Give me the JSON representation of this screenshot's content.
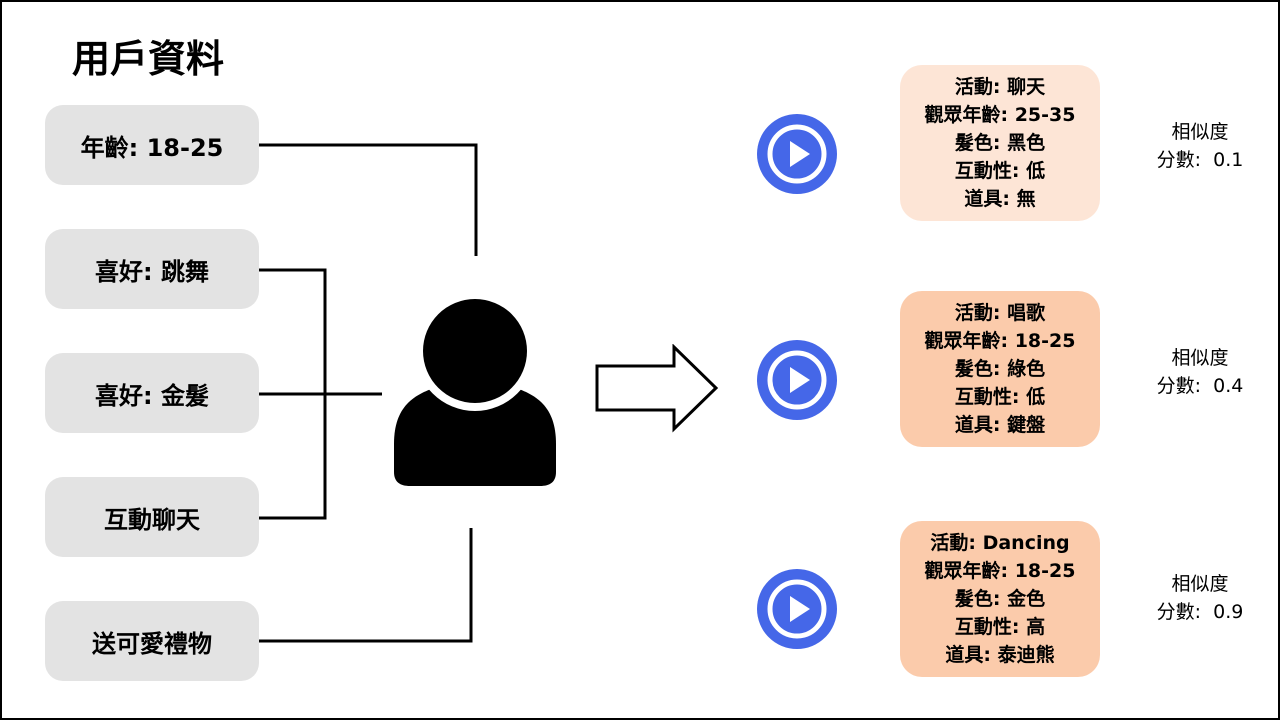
{
  "title": "用戶資料",
  "attributes": [
    "年齡: 18-25",
    "喜好: 跳舞",
    "喜好: 金髮",
    "互動聊天",
    "送可愛禮物"
  ],
  "recommendations": [
    {
      "lines": [
        "活動: 聊天",
        "觀眾年齡: 25-35",
        "髮色: 黑色",
        "互動性: 低",
        "道具: 無"
      ],
      "score_label": "相似度",
      "score_text": "分數:  0.1",
      "similarity": 0.1,
      "color": "#fde5d6"
    },
    {
      "lines": [
        "活動: 唱歌",
        "觀眾年齡: 18-25",
        "髮色: 綠色",
        "互動性: 低",
        "道具: 鍵盤"
      ],
      "score_label": "相似度",
      "score_text": "分數:  0.4",
      "similarity": 0.4,
      "color": "#fbcbab"
    },
    {
      "lines": [
        "活動: Dancing",
        "觀眾年齡: 18-25",
        "髮色: 金色",
        "互動性: 高",
        "道具: 泰迪熊"
      ],
      "score_label": "相似度",
      "score_text": "分數:  0.9",
      "similarity": 0.9,
      "color": "#fbcbab"
    }
  ],
  "colors": {
    "attribute_box": "#e3e3e3",
    "play_button": "#4567e8",
    "line": "#000000"
  },
  "icons": {
    "user": "user-silhouette-icon",
    "arrow": "arrow-right-icon",
    "play": "play-circle-icon"
  }
}
